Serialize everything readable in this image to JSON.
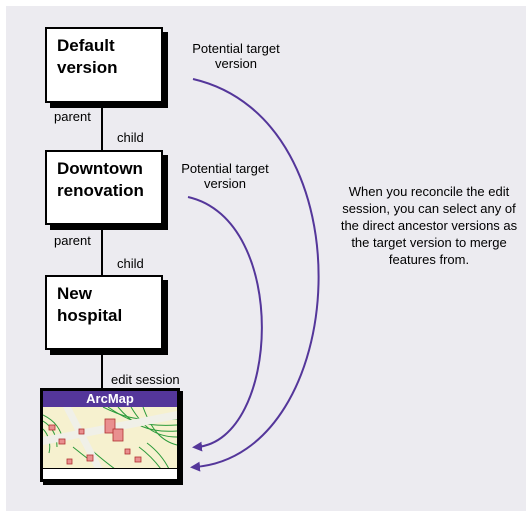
{
  "versions": [
    {
      "label": "Default\nversion"
    },
    {
      "label": "Downtown\nrenovation"
    },
    {
      "label": "New\nhospital"
    }
  ],
  "relations": {
    "parent1": "parent",
    "child1": "child",
    "parent2": "parent",
    "child2": "child",
    "edit_session": "edit session"
  },
  "targets": {
    "target1": "Potential target\nversion",
    "target2": "Potential target\nversion"
  },
  "note": "When you reconcile the edit session, you can select any of the direct ancestor versions as the target version to merge features from.",
  "arcmap": {
    "title": "ArcMap"
  },
  "colors": {
    "panel": "#ecebf0",
    "arrow": "#54369a",
    "title_bar": "#54369a"
  }
}
